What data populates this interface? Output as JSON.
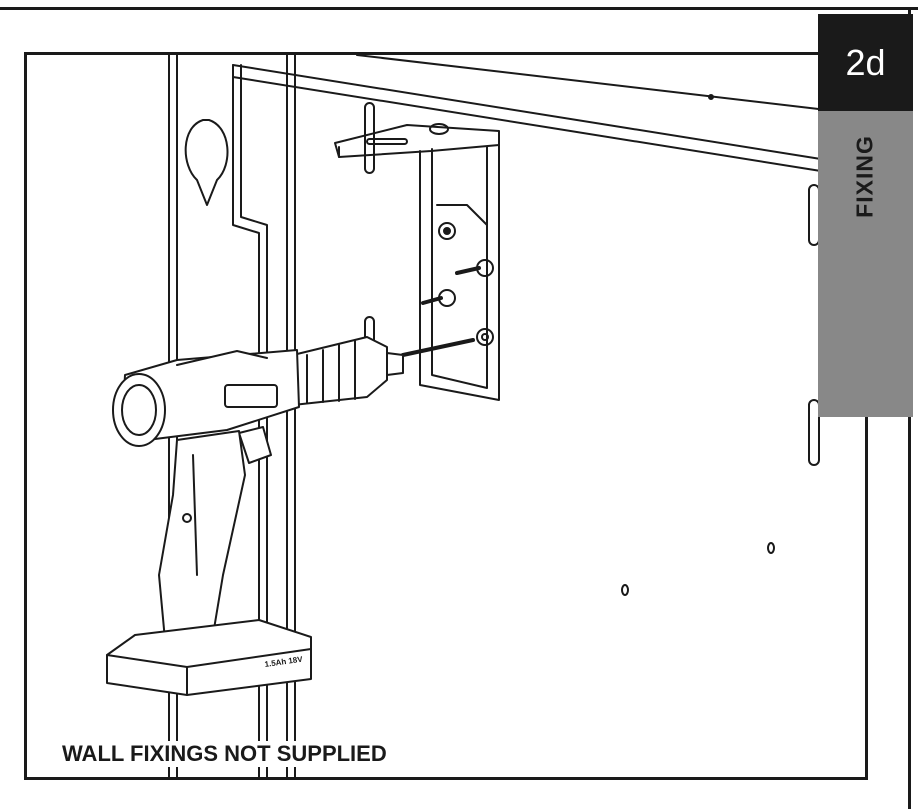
{
  "step_tab": {
    "label": "2d",
    "bg_color": "#1a1a1a",
    "text_color": "#ffffff"
  },
  "section_tab": {
    "label": "FIXING",
    "bg_color": "#888888"
  },
  "illustration": {
    "subject": "cordless drill driving screw through bracket into wall",
    "drill_battery_text": [
      "1.5Ah 18V"
    ]
  },
  "note": {
    "text": "WALL FIXINGS NOT SUPPLIED"
  }
}
